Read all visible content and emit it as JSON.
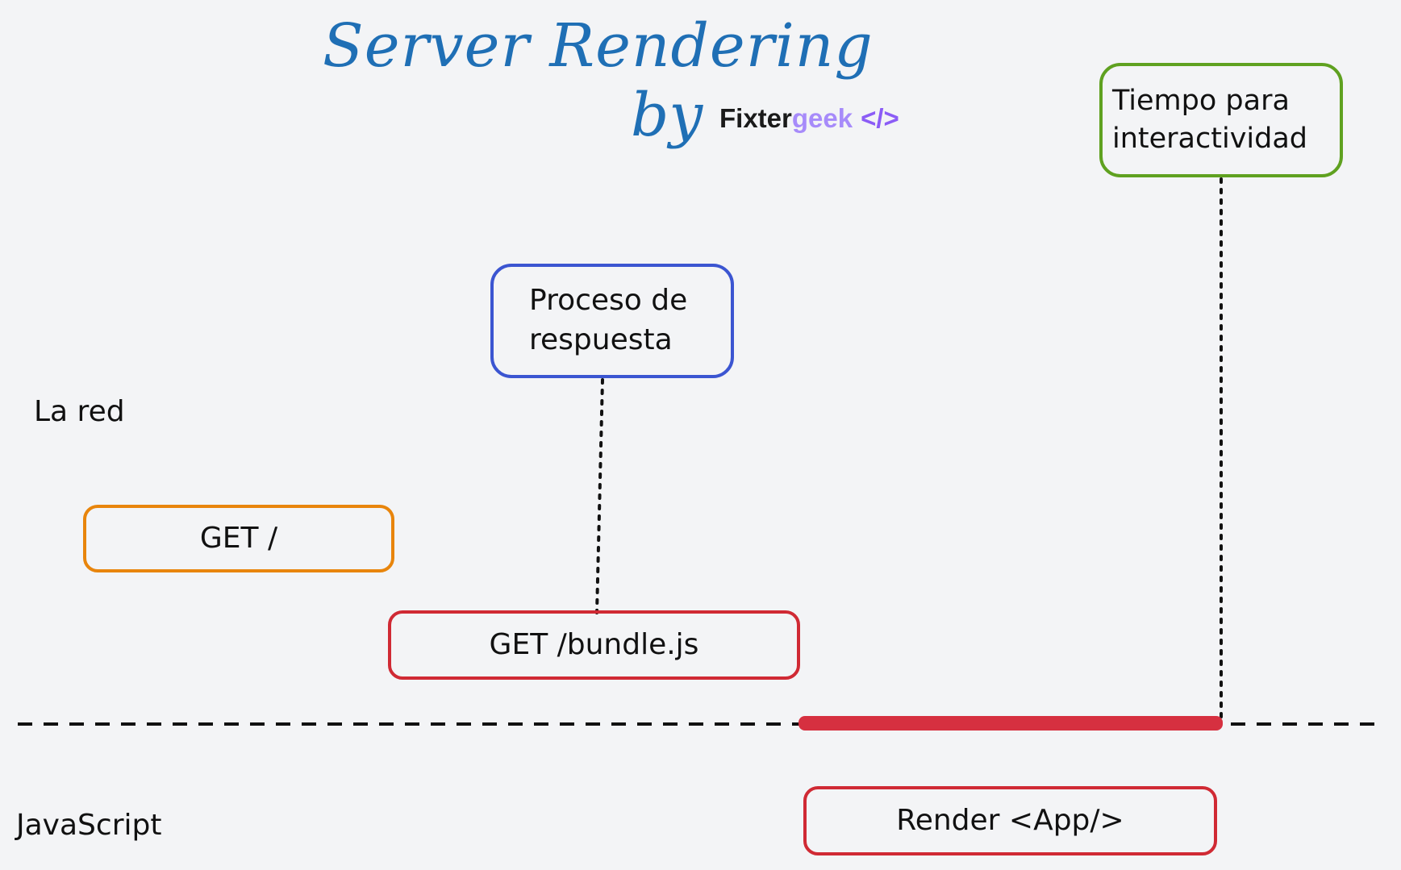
{
  "title": {
    "line1": "Server Rendering",
    "by": "by",
    "brand_part1": "Fixter",
    "brand_part2": "geek",
    "brand_part3": "</>"
  },
  "lanes": {
    "network_label": "La red",
    "javascript_label": "JavaScript"
  },
  "boxes": {
    "get_root": "GET /",
    "get_bundle": "GET /bundle.js",
    "render_app": "Render <App/>",
    "response_process": "Proceso de respuesta",
    "time_to_interactive": "Tiempo para interactividad"
  },
  "colors": {
    "title": "#1f6fb5",
    "brand_dark": "#1a1a1a",
    "brand_light_purple": "#a78bfa",
    "brand_purple": "#8b5cf6",
    "get_root_border": "#e8850c",
    "get_bundle_border": "#d02a34",
    "render_app_border": "#d02a34",
    "response_process_border": "#3b55d1",
    "time_to_interactive_border": "#5fa120",
    "execution_bar": "#d63040",
    "lane_divider": "#111111"
  }
}
